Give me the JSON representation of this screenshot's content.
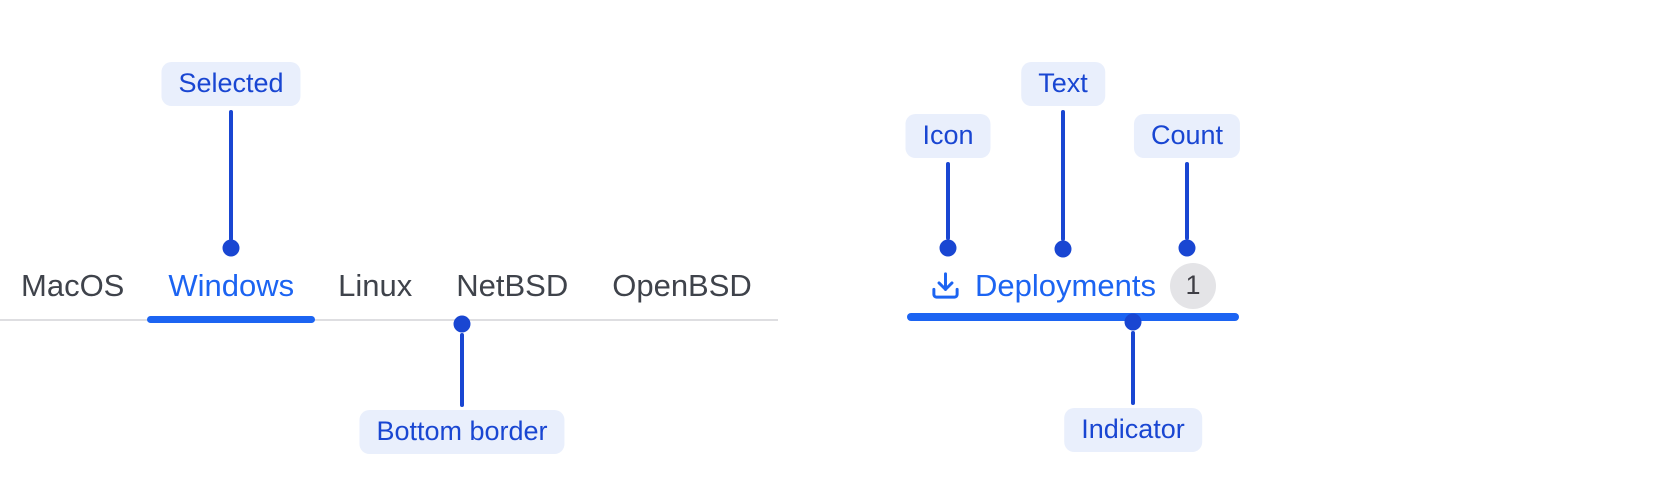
{
  "colors": {
    "accent_blue": "#1C64F2",
    "annotation_blue": "#1946D2",
    "annotation_pill_bg": "#E9EFFC",
    "tab_text_gray": "#3F434B",
    "bottom_border_gray": "#DEDEE1",
    "count_badge_bg": "#E4E4E7",
    "count_badge_text": "#3F3F46",
    "background": "#FFFFFF"
  },
  "os_tabs": {
    "items": [
      {
        "label": "MacOS",
        "selected": false
      },
      {
        "label": "Windows",
        "selected": true
      },
      {
        "label": "Linux",
        "selected": false
      },
      {
        "label": "NetBSD",
        "selected": false
      },
      {
        "label": "OpenBSD",
        "selected": false
      }
    ],
    "annotations": {
      "selected_label": "Selected",
      "bottom_border_label": "Bottom border"
    }
  },
  "anatomy_tab": {
    "icon": "download-icon",
    "label": "Deployments",
    "count": "1",
    "annotations": {
      "icon_label": "Icon",
      "text_label": "Text",
      "count_label": "Count",
      "indicator_label": "Indicator"
    }
  }
}
